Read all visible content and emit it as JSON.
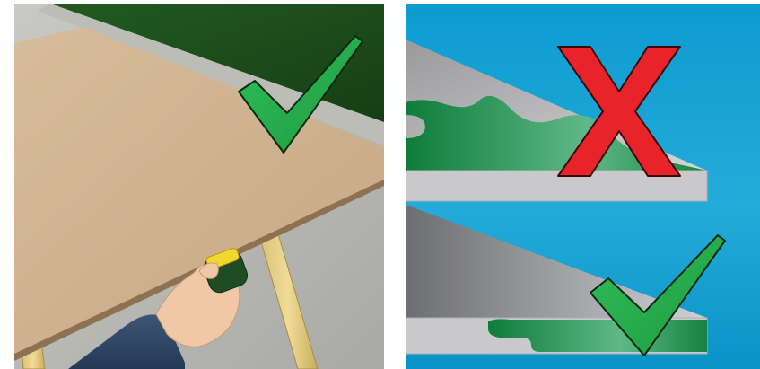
{
  "figure": {
    "left_panel": {
      "verdict": "correct",
      "verdict_icon": "check-icon"
    },
    "right_panel": {
      "top_verdict": "incorrect",
      "top_verdict_icon": "cross-icon",
      "bottom_verdict": "correct",
      "bottom_verdict_icon": "check-icon"
    }
  },
  "colors": {
    "check_green": "#23a94a",
    "cross_red": "#e8232a",
    "board_tan": "#cfb493",
    "sky_blue": "#16a3d2",
    "grass_green": "#1d4d1b"
  }
}
